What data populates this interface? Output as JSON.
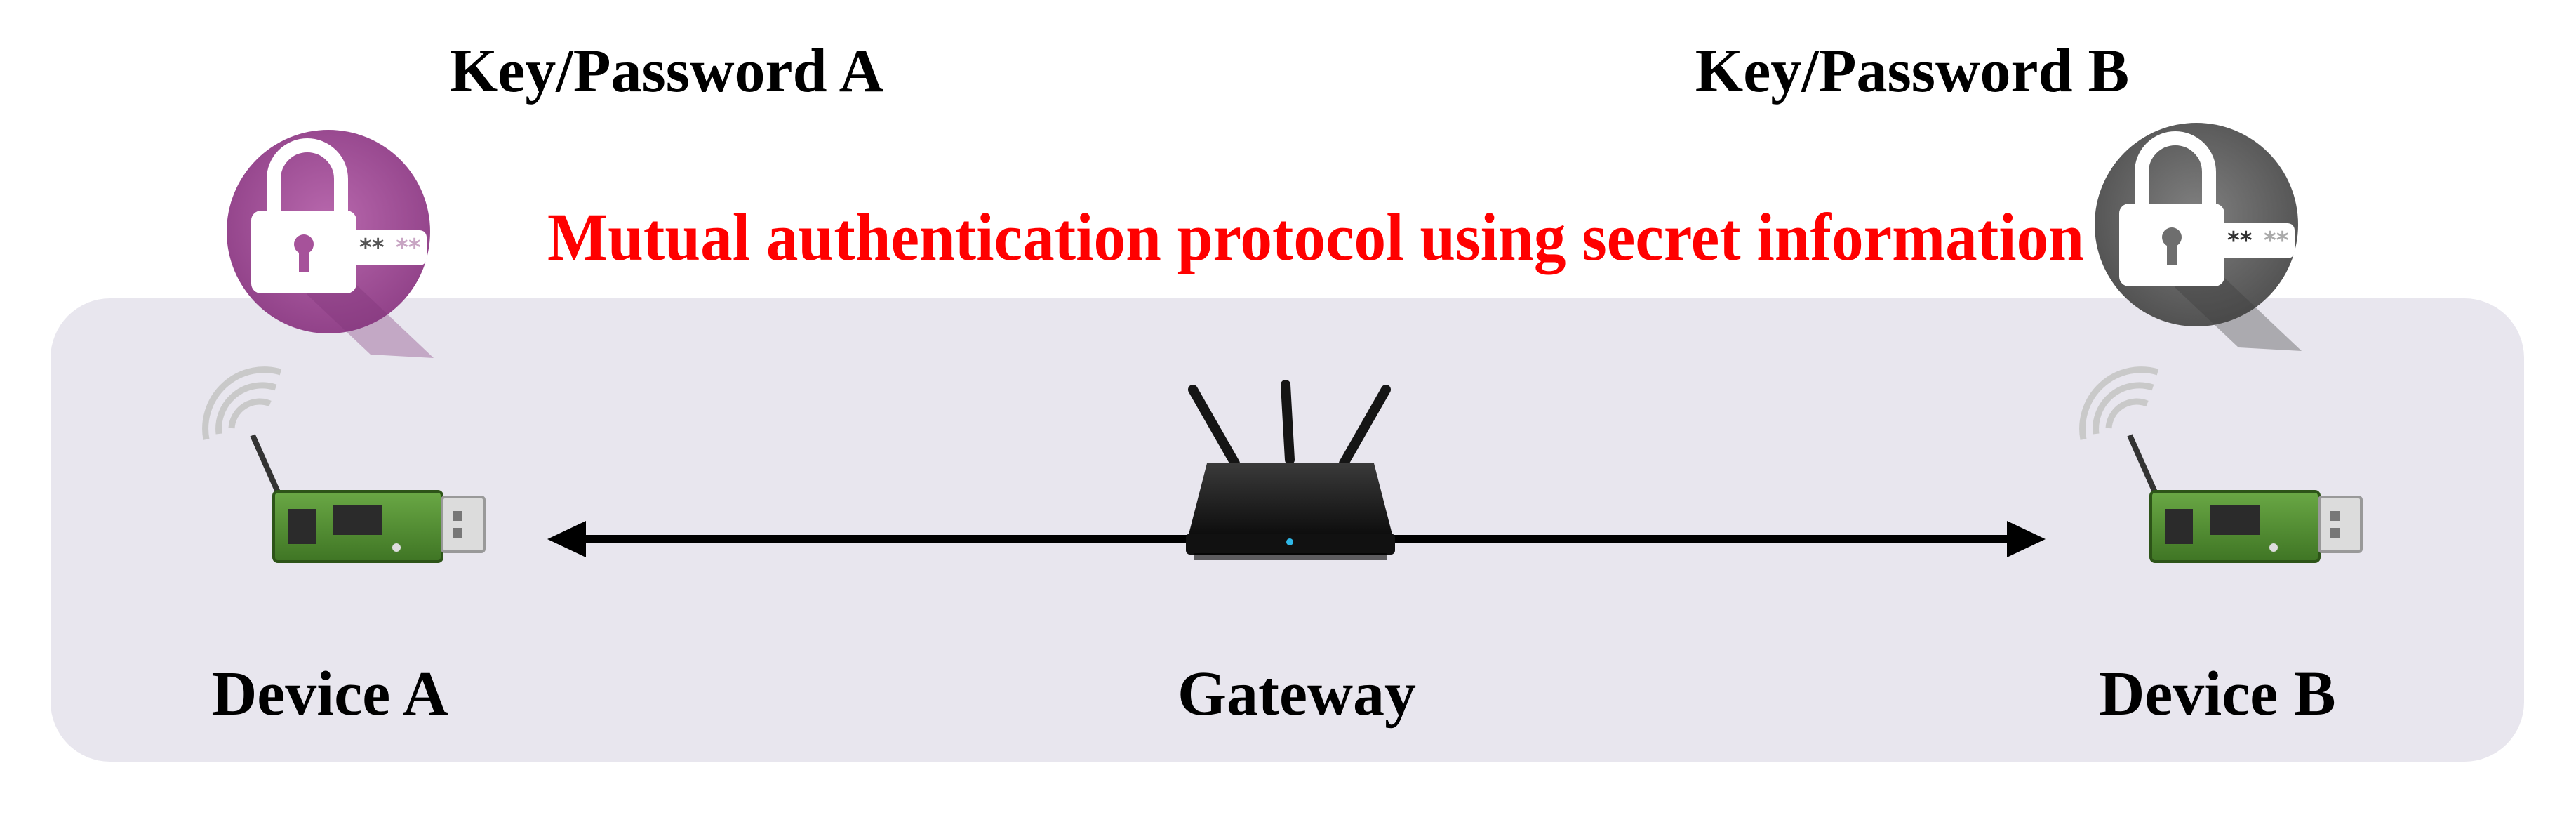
{
  "labels": {
    "key_a": "Key/Password A",
    "key_b": "Key/Password B",
    "protocol": "Mutual authentication protocol using secret information",
    "device_a": "Device A",
    "gateway": "Gateway",
    "device_b": "Device B"
  },
  "colors": {
    "panel": "#e8e6ee",
    "protocol_text": "#ff0000",
    "lock_a": "#a6529a",
    "lock_b": "#6e6e6e",
    "arrow": "#000000",
    "pcb": "#4f8b2e"
  },
  "icons": {
    "lock_a": "padlock-password-icon",
    "lock_b": "padlock-password-icon",
    "device_a": "wireless-usb-device-icon",
    "device_b": "wireless-usb-device-icon",
    "gateway": "wifi-router-icon"
  }
}
